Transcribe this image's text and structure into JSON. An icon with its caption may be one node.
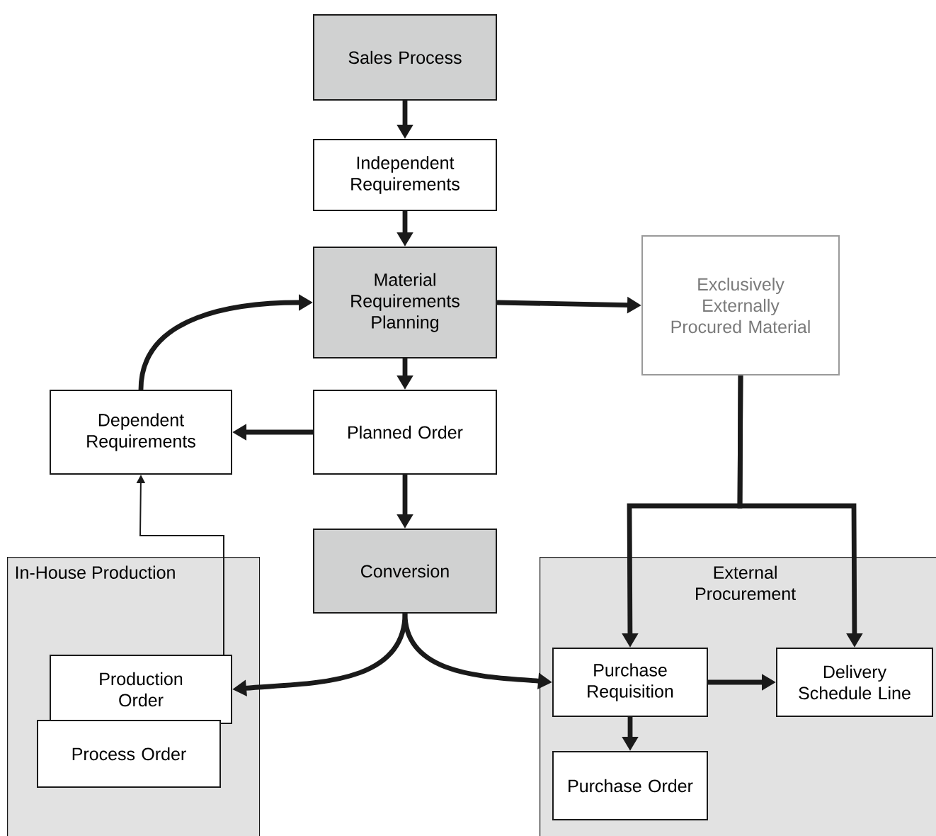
{
  "diagram": {
    "nodes": [
      {
        "text": [
          "Sales Process"
        ]
      },
      {
        "text": [
          "Independent Requirements"
        ]
      },
      {
        "text": [
          "Material Requirements Planning"
        ]
      },
      {
        "text": [
          "Exclusively Externally Procured Material"
        ]
      },
      {
        "text": [
          "Planned Order"
        ]
      },
      {
        "text": [
          "Dependent Requirements"
        ]
      },
      {
        "text": [
          "In-House Production"
        ]
      },
      {
        "text": [
          "Production Order"
        ],
        "in": 6
      },
      {
        "text": [
          "Process Order"
        ],
        "in": 6
      },
      {
        "text": [
          "Conversion"
        ]
      },
      {
        "text": [
          "External Procurement"
        ]
      },
      {
        "text": [
          "Purchase Requisition"
        ],
        "in": 10
      },
      {
        "text": [
          "Delivery Schedule Line"
        ],
        "in": 10
      },
      {
        "text": [
          "Purchase Order"
        ],
        "in": 10
      }
    ],
    "edges": [
      {
        "from": 0,
        "to": 1,
        "arrow": "to"
      },
      {
        "from": 1,
        "to": 2,
        "arrow": "to"
      },
      {
        "from": 2,
        "to": 3,
        "arrow": "to"
      },
      {
        "from": 2,
        "to": 4,
        "arrow": "to"
      },
      {
        "from": 4,
        "to": 5,
        "arrow": "to"
      },
      {
        "from": 5,
        "to": 2,
        "arrow": "to"
      },
      {
        "from": 7,
        "to": 5,
        "arrow": "to"
      },
      {
        "from": 4,
        "to": 9,
        "arrow": "to"
      },
      {
        "from": 9,
        "to": 7,
        "arrow": "to"
      },
      {
        "from": 9,
        "to": 11,
        "arrow": "to"
      },
      {
        "from": 3,
        "to": 11,
        "arrow": "to"
      },
      {
        "from": 3,
        "to": 12,
        "arrow": "to"
      },
      {
        "from": 11,
        "to": 12,
        "arrow": "to"
      },
      {
        "from": 11,
        "to": 13,
        "arrow": "to"
      }
    ]
  }
}
